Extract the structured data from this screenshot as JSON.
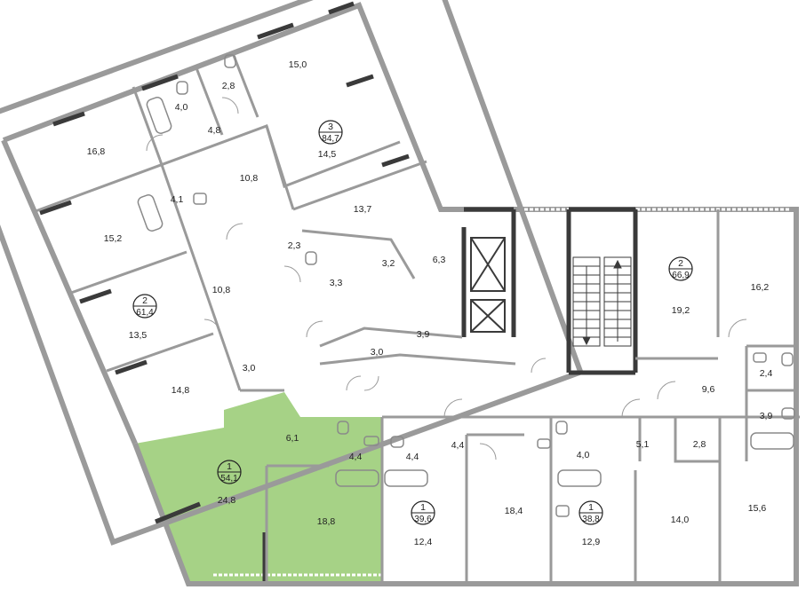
{
  "colors": {
    "wall": "#9a9a9a",
    "wall_dark": "#3a3a3a",
    "selected_fill": "#a6d286",
    "fixture": "#8a8a8a",
    "background": "#ffffff"
  },
  "units": [
    {
      "id": "unit-3",
      "number": "3",
      "area": "84,7",
      "selected": false
    },
    {
      "id": "unit-2-west",
      "number": "2",
      "area": "61,4",
      "selected": false
    },
    {
      "id": "unit-1-selected",
      "number": "1",
      "area": "54,1",
      "selected": true
    },
    {
      "id": "unit-1-center",
      "number": "1",
      "area": "39,6",
      "selected": false
    },
    {
      "id": "unit-1-east",
      "number": "1",
      "area": "38,8",
      "selected": false
    },
    {
      "id": "unit-2-east",
      "number": "2",
      "area": "66,9",
      "selected": false
    }
  ],
  "rooms": [
    {
      "id": "r-15-0",
      "area": "15,0"
    },
    {
      "id": "r-2-8-top",
      "area": "2,8"
    },
    {
      "id": "r-4-0-top",
      "area": "4,0"
    },
    {
      "id": "r-4-8",
      "area": "4,8"
    },
    {
      "id": "r-16-8",
      "area": "16,8"
    },
    {
      "id": "r-14-5",
      "area": "14,5"
    },
    {
      "id": "r-4-1",
      "area": "4,1"
    },
    {
      "id": "r-10-8-top",
      "area": "10,8"
    },
    {
      "id": "r-13-7",
      "area": "13,7"
    },
    {
      "id": "r-15-2",
      "area": "15,2"
    },
    {
      "id": "r-2-3",
      "area": "2,3"
    },
    {
      "id": "r-3-2",
      "area": "3,2"
    },
    {
      "id": "r-6-3",
      "area": "6,3"
    },
    {
      "id": "r-3-3",
      "area": "3,3"
    },
    {
      "id": "r-10-8-mid",
      "area": "10,8"
    },
    {
      "id": "r-13-5",
      "area": "13,5"
    },
    {
      "id": "r-3-9-core",
      "area": "3,9"
    },
    {
      "id": "r-3-0-core",
      "area": "3,0"
    },
    {
      "id": "r-3-0-west",
      "area": "3,0"
    },
    {
      "id": "r-14-8",
      "area": "14,8"
    },
    {
      "id": "r-6-1",
      "area": "6,1"
    },
    {
      "id": "r-24-8",
      "area": "24,8"
    },
    {
      "id": "r-18-8",
      "area": "18,8"
    },
    {
      "id": "r-4-4-bath",
      "area": "4,4"
    },
    {
      "id": "r-4-4-a",
      "area": "4,4"
    },
    {
      "id": "r-4-4-b",
      "area": "4,4"
    },
    {
      "id": "r-12-4",
      "area": "12,4"
    },
    {
      "id": "r-18-4",
      "area": "18,4"
    },
    {
      "id": "r-4-0-bot",
      "area": "4,0"
    },
    {
      "id": "r-5-1",
      "area": "5,1"
    },
    {
      "id": "r-2-8-bot",
      "area": "2,8"
    },
    {
      "id": "r-12-9",
      "area": "12,9"
    },
    {
      "id": "r-14-0",
      "area": "14,0"
    },
    {
      "id": "r-15-6",
      "area": "15,6"
    },
    {
      "id": "r-16-2",
      "area": "16,2"
    },
    {
      "id": "r-19-2",
      "area": "19,2"
    },
    {
      "id": "r-9-6",
      "area": "9,6"
    },
    {
      "id": "r-2-4",
      "area": "2,4"
    },
    {
      "id": "r-3-9-east",
      "area": "3,9"
    }
  ],
  "icons": {
    "elevator": "elevator-icon",
    "stair_arrow": "stair-arrow-icon",
    "bathtub": "bathtub-icon",
    "toilet": "toilet-icon",
    "sink": "sink-icon",
    "door_swing": "door-swing-icon"
  }
}
